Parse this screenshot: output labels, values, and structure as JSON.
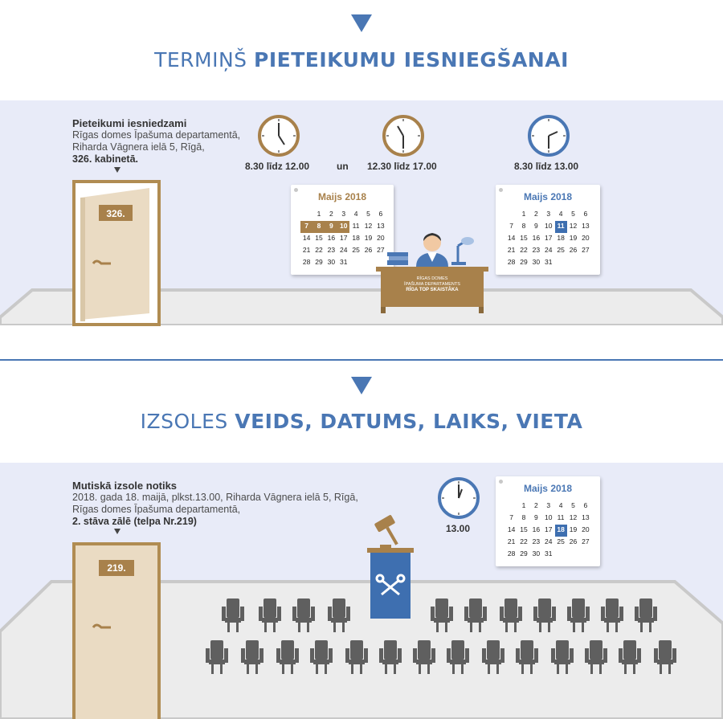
{
  "section1": {
    "heading_light": "TERMIŅŠ ",
    "heading_bold": "PIETEIKUMU IESNIEGŠANAI",
    "info_title": "Pieteikumi iesniedzami",
    "info_line1": "Rīgas domes Īpašuma departamentā,",
    "info_line2": "Riharda Vāgnera ielā 5, Rīgā,",
    "info_line3": "326. kabinetā.",
    "door_number": "326.",
    "time1": "8.30 līdz 12.00",
    "conj": "un",
    "time2": "12.30 līdz 17.00",
    "time3": "8.30 līdz 13.00",
    "cal1_month": "Maijs 2018",
    "cal2_month": "Maijs 2018",
    "desk_line1": "RĪGAS DOMES",
    "desk_line2": "ĪPAŠUMA DEPARTAMENTS",
    "desk_line3": "RĪGA TOP SKAISTĀKA"
  },
  "section2": {
    "heading_light": "IZSOLES ",
    "heading_bold": "VEIDS, DATUMS, LAIKS, VIETA",
    "info_title": "Mutiskā izsole notiks",
    "info_line1": "2018. gada 18. maijā, plkst.13.00, Riharda Vāgnera ielā 5, Rīgā,",
    "info_line2": "Rīgas domes Īpašuma departamentā,",
    "info_line3": "2. stāva zālē (telpa Nr.219)",
    "door_number": "219.",
    "time": "13.00",
    "cal_month": "Maijs 2018"
  },
  "calendar_weeks": [
    [
      "",
      "1",
      "2",
      "3",
      "4",
      "5",
      "6"
    ],
    [
      "7",
      "8",
      "9",
      "10",
      "11",
      "12",
      "13"
    ],
    [
      "14",
      "15",
      "16",
      "17",
      "18",
      "19",
      "20"
    ],
    [
      "21",
      "22",
      "23",
      "24",
      "25",
      "26",
      "27"
    ],
    [
      "28",
      "29",
      "30",
      "31",
      "",
      "",
      ""
    ]
  ],
  "colors": {
    "brand_blue": "#4a77b4",
    "gold": "#a8814b",
    "band": "#e8ebf8"
  }
}
